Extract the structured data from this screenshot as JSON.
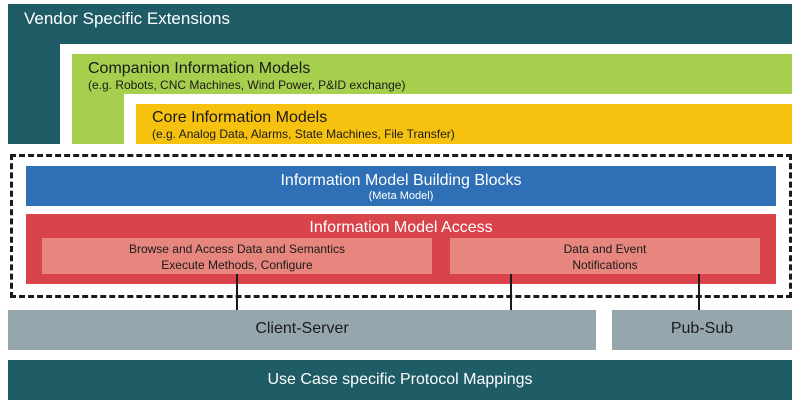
{
  "vendor": {
    "title": "Vendor Specific Extensions"
  },
  "companion": {
    "title": "Companion Information Models",
    "subtitle": "(e.g. Robots, CNC Machines, Wind Power, P&ID exchange)"
  },
  "core": {
    "title": "Core Information Models",
    "subtitle": "(e.g. Analog Data, Alarms, State Machines, File Transfer)"
  },
  "building_blocks": {
    "title": "Information Model Building Blocks",
    "subtitle": "(Meta Model)"
  },
  "access": {
    "title": "Information Model Access",
    "browse": {
      "line1": "Browse and Access Data and Semantics",
      "line2": "Execute Methods, Configure"
    },
    "events": {
      "line1": "Data and Event",
      "line2": "Notifications"
    }
  },
  "transport": {
    "client_server": "Client-Server",
    "pub_sub": "Pub-Sub"
  },
  "mappings": {
    "label": "Use Case specific Protocol Mappings"
  },
  "colors": {
    "teal": "#1f5c66",
    "green": "#a6cf4d",
    "yellow": "#f6c20f",
    "blue": "#2f6fb6",
    "red": "#d9434a",
    "salmon": "#e7857f",
    "gray": "#95a7ad"
  }
}
